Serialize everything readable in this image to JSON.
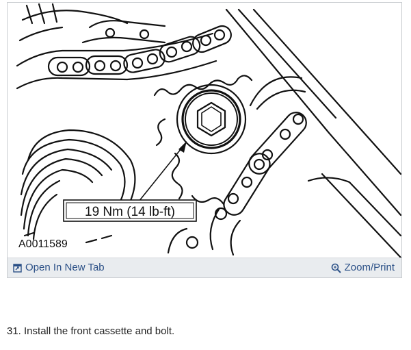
{
  "figure": {
    "callout_torque": "19 Nm (14 lb-ft)",
    "figure_id": "A0011589"
  },
  "toolbar": {
    "open_tab_label": "Open In New Tab",
    "zoom_label": "Zoom/Print",
    "open_tab_icon": "open-new-tab-icon",
    "zoom_icon": "magnifier-icon"
  },
  "step": {
    "text": "31. Install the front cassette and bolt."
  },
  "colors": {
    "link": "#2a4f86",
    "toolbar_bg": "#e9ecef",
    "line_art": "#111111"
  }
}
